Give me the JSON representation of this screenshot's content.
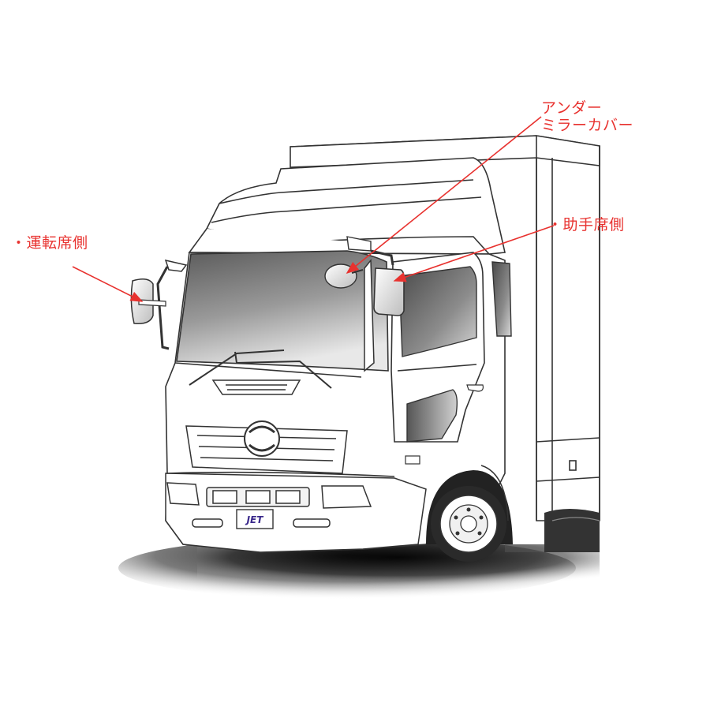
{
  "callouts": {
    "under_mirror": {
      "line1": "アンダー",
      "line2": "ミラーカバー"
    },
    "passenger_side": "・助手席側",
    "driver_side": "・運転席側"
  },
  "plate_text": "JET",
  "colors": {
    "callout": "#e8322f",
    "outline": "#333333",
    "plate_text": "#3b2a8c"
  }
}
